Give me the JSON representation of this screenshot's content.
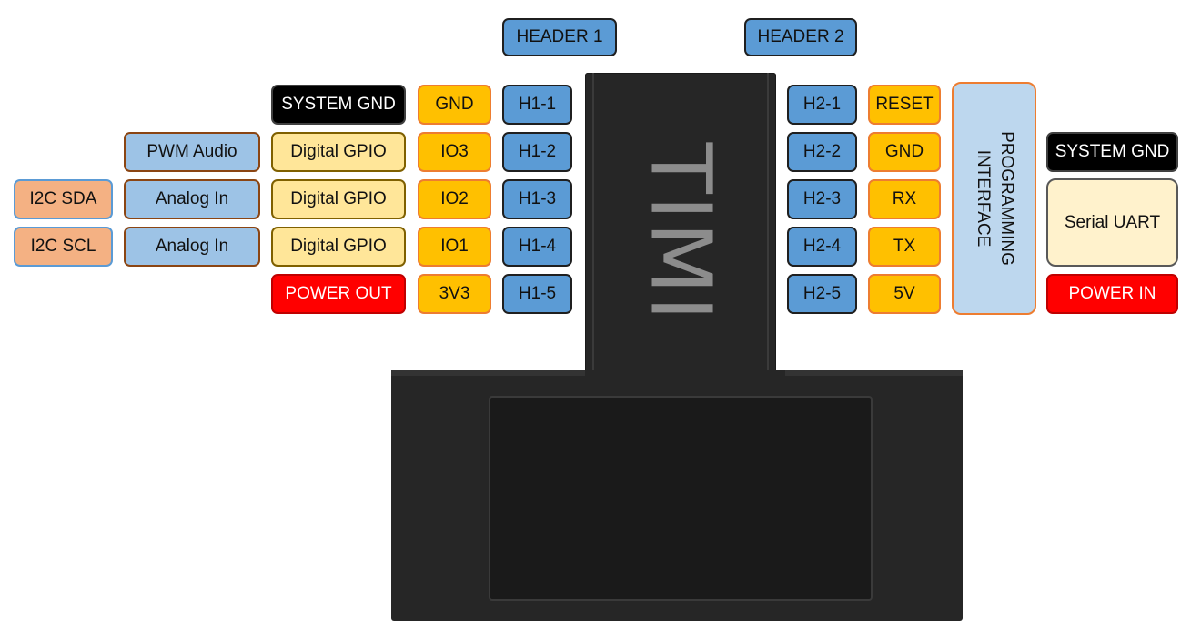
{
  "device": {
    "brand": "TIMI"
  },
  "header1": {
    "title": "HEADER 1",
    "pins": [
      "H1-1",
      "H1-2",
      "H1-3",
      "H1-4",
      "H1-5"
    ],
    "signals": [
      "GND",
      "IO3",
      "IO2",
      "IO1",
      "3V3"
    ],
    "functions": [
      "SYSTEM GND",
      "Digital GPIO",
      "Digital GPIO",
      "Digital GPIO",
      "POWER OUT"
    ],
    "alt_functions": [
      "PWM Audio",
      "Analog In",
      "Analog In"
    ],
    "i2c": [
      "I2C SDA",
      "I2C SCL"
    ]
  },
  "header2": {
    "title": "HEADER 2",
    "pins": [
      "H2-1",
      "H2-2",
      "H2-3",
      "H2-4",
      "H2-5"
    ],
    "signals": [
      "RESET",
      "GND",
      "RX",
      "TX",
      "5V"
    ],
    "programming": "PROGRAMMING\nINTERFACE",
    "functions": [
      "SYSTEM GND",
      "Serial UART",
      "POWER IN"
    ]
  },
  "colors": {
    "pin": "#5b9bd5",
    "signal": "#ffc000",
    "gpio": "#ffe699",
    "alt": "#9dc3e6",
    "i2c": "#f4b183",
    "ground": "#000000",
    "power": "#ff0000",
    "device": "#262626"
  }
}
